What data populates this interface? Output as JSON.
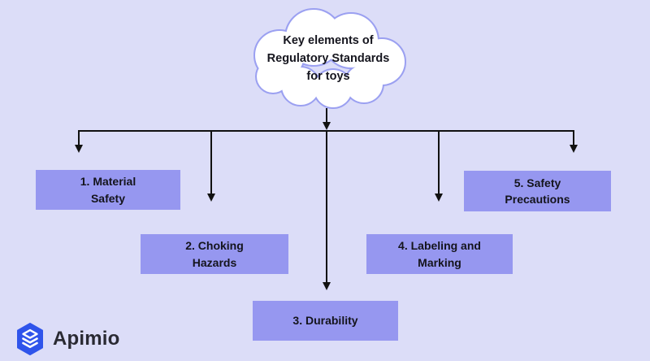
{
  "diagram": {
    "title": "Key elements of\nRegulatory Standards\nfor toys",
    "nodes": [
      {
        "label": "1. Material\nSafety"
      },
      {
        "label": "2. Choking\nHazards"
      },
      {
        "label": "3. Durability"
      },
      {
        "label": "4. Labeling and\nMarking"
      },
      {
        "label": "5. Safety\nPrecautions"
      }
    ],
    "colors": {
      "background": "#dcddf8",
      "node_fill": "#9697f0",
      "cloud_fill": "#ffffff",
      "cloud_stroke": "#9ba0f1",
      "line": "#111111",
      "text": "#15151e"
    }
  },
  "logo": {
    "text": "Apimio",
    "icon": "apimio-cube-icon",
    "icon_color": "#2f54eb"
  }
}
